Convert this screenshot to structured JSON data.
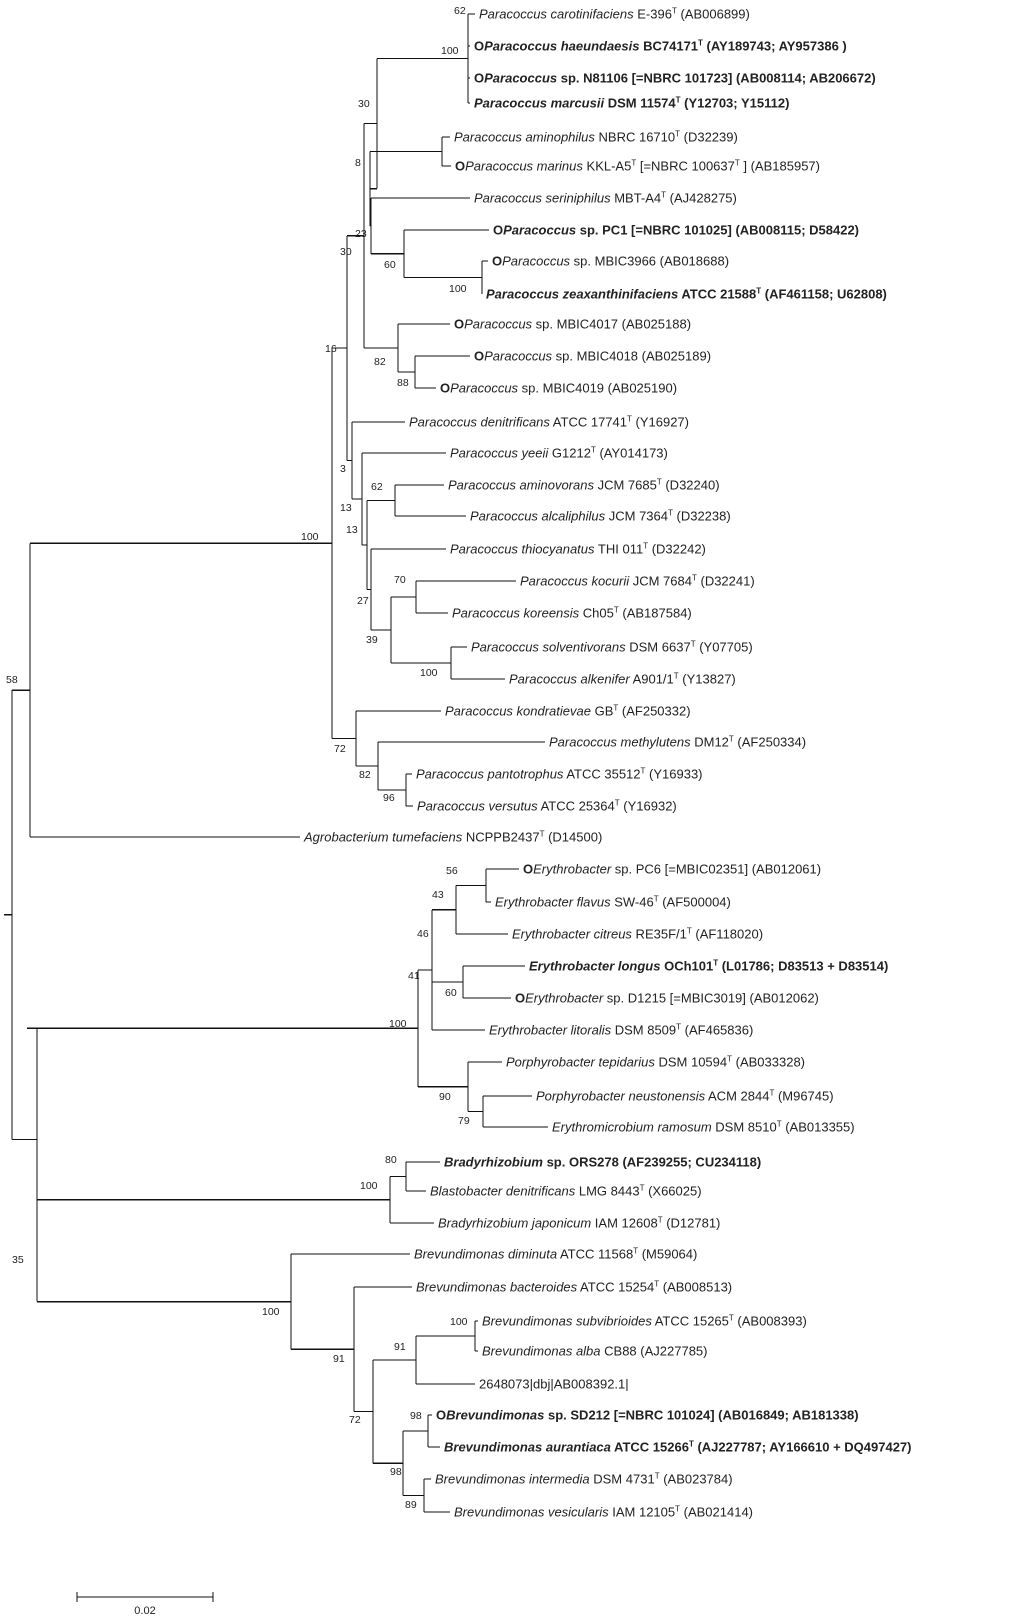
{
  "scale_label": "0.02",
  "taxa": [
    {
      "id": "t1",
      "parts": [
        {
          "t": "Paracoccus carotinifaciens",
          "i": true
        },
        {
          "t": " E-396"
        },
        {
          "t": "T",
          "sup": true
        },
        {
          "t": " (AB006899)"
        }
      ]
    },
    {
      "id": "t2",
      "bold": true,
      "marker": true,
      "parts": [
        {
          "t": "Paracoccus haeundaesis",
          "i": true
        },
        {
          "t": " BC74171"
        },
        {
          "t": "T",
          "sup": true
        },
        {
          "t": " (AY189743;  AY957386 )"
        }
      ]
    },
    {
      "id": "t3",
      "bold": true,
      "marker": true,
      "parts": [
        {
          "t": "Paracoccus",
          "i": true
        },
        {
          "t": " sp. N81106 [=NBRC 101723] (AB008114;  AB206672)"
        }
      ]
    },
    {
      "id": "t4",
      "bold": true,
      "parts": [
        {
          "t": "Paracoccus marcusii",
          "i": true
        },
        {
          "t": " DSM 11574"
        },
        {
          "t": "T",
          "sup": true
        },
        {
          "t": " (Y12703;  Y15112)"
        }
      ]
    },
    {
      "id": "t5",
      "parts": [
        {
          "t": "Paracoccus aminophilus",
          "i": true
        },
        {
          "t": " NBRC 16710"
        },
        {
          "t": "T",
          "sup": true
        },
        {
          "t": " (D32239)"
        }
      ]
    },
    {
      "id": "t6",
      "marker": true,
      "parts": [
        {
          "t": "Paracoccus marinus",
          "i": true
        },
        {
          "t": " KKL-A5"
        },
        {
          "t": "T",
          "sup": true
        },
        {
          "t": " [=NBRC 100637"
        },
        {
          "t": "T",
          "sup": true
        },
        {
          "t": " ] (AB185957)"
        }
      ]
    },
    {
      "id": "t7",
      "parts": [
        {
          "t": "Paracoccus seriniphilus",
          "i": true
        },
        {
          "t": " MBT-A4"
        },
        {
          "t": "T",
          "sup": true
        },
        {
          "t": " (AJ428275)"
        }
      ]
    },
    {
      "id": "t8",
      "bold": true,
      "marker": true,
      "parts": [
        {
          "t": "Paracoccus",
          "i": true
        },
        {
          "t": " sp. PC1 [=NBRC 101025] (AB008115;  D58422)"
        }
      ]
    },
    {
      "id": "t9",
      "marker": true,
      "parts": [
        {
          "t": "Paracoccus",
          "i": true
        },
        {
          "t": " sp. MBIC3966 (AB018688)"
        }
      ]
    },
    {
      "id": "t10",
      "bold": true,
      "parts": [
        {
          "t": "Paracoccus zeaxanthinifaciens",
          "i": true
        },
        {
          "t": " ATCC 21588"
        },
        {
          "t": "T",
          "sup": true
        },
        {
          "t": " (AF461158;  U62808)"
        }
      ]
    },
    {
      "id": "t11",
      "marker": true,
      "parts": [
        {
          "t": "Paracoccus",
          "i": true
        },
        {
          "t": " sp. MBIC4017 (AB025188)"
        }
      ]
    },
    {
      "id": "t12",
      "marker": true,
      "parts": [
        {
          "t": "Paracoccus",
          "i": true
        },
        {
          "t": " sp. MBIC4018 (AB025189)"
        }
      ]
    },
    {
      "id": "t13",
      "marker": true,
      "parts": [
        {
          "t": "Paracoccus",
          "i": true
        },
        {
          "t": " sp. MBIC4019 (AB025190)"
        }
      ]
    },
    {
      "id": "t14",
      "parts": [
        {
          "t": "Paracoccus denitrificans",
          "i": true
        },
        {
          "t": " ATCC 17741"
        },
        {
          "t": "T",
          "sup": true
        },
        {
          "t": " (Y16927)"
        }
      ]
    },
    {
      "id": "t15",
      "parts": [
        {
          "t": "Paracoccus yeeii",
          "i": true
        },
        {
          "t": " G1212"
        },
        {
          "t": "T",
          "sup": true
        },
        {
          "t": " (AY014173)"
        }
      ]
    },
    {
      "id": "t16",
      "parts": [
        {
          "t": "Paracoccus aminovorans",
          "i": true
        },
        {
          "t": " JCM 7685"
        },
        {
          "t": "T",
          "sup": true
        },
        {
          "t": " (D32240)"
        }
      ]
    },
    {
      "id": "t17",
      "parts": [
        {
          "t": "Paracoccus alcaliphilus",
          "i": true
        },
        {
          "t": " JCM 7364"
        },
        {
          "t": "T",
          "sup": true
        },
        {
          "t": " (D32238)"
        }
      ]
    },
    {
      "id": "t18",
      "parts": [
        {
          "t": "Paracoccus thiocyanatus",
          "i": true
        },
        {
          "t": " THI 011"
        },
        {
          "t": "T",
          "sup": true
        },
        {
          "t": " (D32242)"
        }
      ]
    },
    {
      "id": "t19",
      "parts": [
        {
          "t": "Paracoccus kocurii",
          "i": true
        },
        {
          "t": " JCM 7684"
        },
        {
          "t": "T",
          "sup": true
        },
        {
          "t": " (D32241)"
        }
      ]
    },
    {
      "id": "t20",
      "parts": [
        {
          "t": "Paracoccus koreensis",
          "i": true
        },
        {
          "t": " Ch05"
        },
        {
          "t": "T",
          "sup": true
        },
        {
          "t": " (AB187584)"
        }
      ]
    },
    {
      "id": "t21",
      "parts": [
        {
          "t": "Paracoccus solventivorans",
          "i": true
        },
        {
          "t": " DSM 6637"
        },
        {
          "t": "T",
          "sup": true
        },
        {
          "t": " (Y07705)"
        }
      ]
    },
    {
      "id": "t22",
      "parts": [
        {
          "t": "Paracoccus alkenifer",
          "i": true
        },
        {
          "t": " A901/1"
        },
        {
          "t": "T",
          "sup": true
        },
        {
          "t": " (Y13827)"
        }
      ]
    },
    {
      "id": "t23",
      "parts": [
        {
          "t": "Paracoccus kondratievae",
          "i": true
        },
        {
          "t": " GB"
        },
        {
          "t": "T",
          "sup": true
        },
        {
          "t": " (AF250332)"
        }
      ]
    },
    {
      "id": "t24",
      "parts": [
        {
          "t": "Paracoccus methylutens",
          "i": true
        },
        {
          "t": " DM12"
        },
        {
          "t": "T",
          "sup": true
        },
        {
          "t": " (AF250334)"
        }
      ]
    },
    {
      "id": "t25",
      "parts": [
        {
          "t": "Paracoccus pantotrophus",
          "i": true
        },
        {
          "t": " ATCC 35512"
        },
        {
          "t": "T",
          "sup": true
        },
        {
          "t": " (Y16933)"
        }
      ]
    },
    {
      "id": "t26",
      "parts": [
        {
          "t": "Paracoccus versutus",
          "i": true
        },
        {
          "t": " ATCC 25364"
        },
        {
          "t": "T",
          "sup": true
        },
        {
          "t": " (Y16932)"
        }
      ]
    },
    {
      "id": "t27",
      "parts": [
        {
          "t": "Agrobacterium tumefaciens",
          "i": true
        },
        {
          "t": " NCPPB2437"
        },
        {
          "t": "T",
          "sup": true
        },
        {
          "t": " (D14500)"
        }
      ]
    },
    {
      "id": "t28",
      "marker": true,
      "parts": [
        {
          "t": "Erythrobacter",
          "i": true
        },
        {
          "t": " sp. PC6 [=MBIC02351] (AB012061)"
        }
      ]
    },
    {
      "id": "t29",
      "parts": [
        {
          "t": "Erythrobacter flavus",
          "i": true
        },
        {
          "t": " SW-46"
        },
        {
          "t": "T",
          "sup": true
        },
        {
          "t": " (AF500004)"
        }
      ]
    },
    {
      "id": "t30",
      "parts": [
        {
          "t": "Erythrobacter citreus",
          "i": true
        },
        {
          "t": " RE35F/1"
        },
        {
          "t": "T",
          "sup": true
        },
        {
          "t": " (AF118020)"
        }
      ]
    },
    {
      "id": "t31",
      "bold": true,
      "parts": [
        {
          "t": "Erythrobacter longus",
          "i": true
        },
        {
          "t": " OCh101"
        },
        {
          "t": "T",
          "sup": true
        },
        {
          "t": " (L01786;  D83513 + D83514)"
        }
      ]
    },
    {
      "id": "t32",
      "marker": true,
      "parts": [
        {
          "t": "Erythrobacter",
          "i": true
        },
        {
          "t": " sp. D1215 [=MBIC3019] (AB012062)"
        }
      ]
    },
    {
      "id": "t33",
      "parts": [
        {
          "t": "Erythrobacter litoralis",
          "i": true
        },
        {
          "t": " DSM 8509"
        },
        {
          "t": "T",
          "sup": true
        },
        {
          "t": " (AF465836)"
        }
      ]
    },
    {
      "id": "t34",
      "parts": [
        {
          "t": "Porphyrobacter tepidarius",
          "i": true
        },
        {
          "t": " DSM 10594"
        },
        {
          "t": "T",
          "sup": true
        },
        {
          "t": " (AB033328)"
        }
      ]
    },
    {
      "id": "t35",
      "parts": [
        {
          "t": "Porphyrobacter neustonensis",
          "i": true
        },
        {
          "t": " ACM 2844"
        },
        {
          "t": "T",
          "sup": true
        },
        {
          "t": " (M96745)"
        }
      ]
    },
    {
      "id": "t36",
      "parts": [
        {
          "t": "Erythromicrobium ramosum",
          "i": true
        },
        {
          "t": " DSM 8510"
        },
        {
          "t": "T",
          "sup": true
        },
        {
          "t": " (AB013355)"
        }
      ]
    },
    {
      "id": "t37",
      "bold": true,
      "parts": [
        {
          "t": "Bradyrhizobium",
          "i": true
        },
        {
          "t": " sp. ORS278 (AF239255;  CU234118)"
        }
      ]
    },
    {
      "id": "t38",
      "parts": [
        {
          "t": "Blastobacter denitrificans",
          "i": true
        },
        {
          "t": " LMG 8443"
        },
        {
          "t": "T",
          "sup": true
        },
        {
          "t": " (X66025)"
        }
      ]
    },
    {
      "id": "t39",
      "parts": [
        {
          "t": "Bradyrhizobium japonicum",
          "i": true
        },
        {
          "t": " IAM 12608"
        },
        {
          "t": "T",
          "sup": true
        },
        {
          "t": " (D12781)"
        }
      ]
    },
    {
      "id": "t40",
      "parts": [
        {
          "t": "Brevundimonas diminuta",
          "i": true
        },
        {
          "t": " ATCC 11568"
        },
        {
          "t": "T",
          "sup": true
        },
        {
          "t": " (M59064)"
        }
      ]
    },
    {
      "id": "t41",
      "parts": [
        {
          "t": "Brevundimonas bacteroides",
          "i": true
        },
        {
          "t": " ATCC 15254"
        },
        {
          "t": "T",
          "sup": true
        },
        {
          "t": " (AB008513)"
        }
      ]
    },
    {
      "id": "t42",
      "parts": [
        {
          "t": "Brevundimonas subvibrioides",
          "i": true
        },
        {
          "t": " ATCC 15265"
        },
        {
          "t": "T",
          "sup": true
        },
        {
          "t": " (AB008393)"
        }
      ]
    },
    {
      "id": "t43",
      "parts": [
        {
          "t": "Brevundimonas alba",
          "i": true
        },
        {
          "t": " CB88 (AJ227785)"
        }
      ]
    },
    {
      "id": "t44",
      "parts": [
        {
          "t": "2648073|dbj|AB008392.1|"
        }
      ]
    },
    {
      "id": "t45",
      "bold": true,
      "marker": true,
      "parts": [
        {
          "t": "Brevundimonas",
          "i": true
        },
        {
          "t": " sp. SD212 [=NBRC 101024] (AB016849;  AB181338)"
        }
      ]
    },
    {
      "id": "t46",
      "bold": true,
      "parts": [
        {
          "t": "Brevundimonas aurantiaca",
          "i": true
        },
        {
          "t": " ATCC 15266"
        },
        {
          "t": "T",
          "sup": true
        },
        {
          "t": " (AJ227787;  AY166610 + DQ497427)"
        }
      ]
    },
    {
      "id": "t47",
      "parts": [
        {
          "t": "Brevundimonas intermedia",
          "i": true
        },
        {
          "t": " DSM 4731"
        },
        {
          "t": "T",
          "sup": true
        },
        {
          "t": " (AB023784)"
        }
      ]
    },
    {
      "id": "t48",
      "parts": [
        {
          "t": "Brevundimonas vesicularis",
          "i": true
        },
        {
          "t": " IAM 12105"
        },
        {
          "t": "T",
          "sup": true
        },
        {
          "t": " (AB021414)"
        }
      ]
    }
  ],
  "bootstrap": [
    {
      "id": "b_car",
      "v": "62"
    },
    {
      "id": "b_100a",
      "v": "100"
    },
    {
      "id": "b_30a",
      "v": "30"
    },
    {
      "id": "b_8",
      "v": "8"
    },
    {
      "id": "b_23",
      "v": "23"
    },
    {
      "id": "b_30b",
      "v": "30"
    },
    {
      "id": "b_60a",
      "v": "60"
    },
    {
      "id": "b_100b",
      "v": "100"
    },
    {
      "id": "b_16",
      "v": "16"
    },
    {
      "id": "b_82a",
      "v": "82"
    },
    {
      "id": "b_88",
      "v": "88"
    },
    {
      "id": "b_100c",
      "v": "100"
    },
    {
      "id": "b_3",
      "v": "3"
    },
    {
      "id": "b_62b",
      "v": "62"
    },
    {
      "id": "b_13a",
      "v": "13"
    },
    {
      "id": "b_13b",
      "v": "13"
    },
    {
      "id": "b_70",
      "v": "70"
    },
    {
      "id": "b_27",
      "v": "27"
    },
    {
      "id": "b_39",
      "v": "39"
    },
    {
      "id": "b_100d",
      "v": "100"
    },
    {
      "id": "b_72a",
      "v": "72"
    },
    {
      "id": "b_82b",
      "v": "82"
    },
    {
      "id": "b_96",
      "v": "96"
    },
    {
      "id": "b_58",
      "v": "58"
    },
    {
      "id": "b_56",
      "v": "56"
    },
    {
      "id": "b_43",
      "v": "43"
    },
    {
      "id": "b_46",
      "v": "46"
    },
    {
      "id": "b_41",
      "v": "41"
    },
    {
      "id": "b_60b",
      "v": "60"
    },
    {
      "id": "b_100e",
      "v": "100"
    },
    {
      "id": "b_90",
      "v": "90"
    },
    {
      "id": "b_79",
      "v": "79"
    },
    {
      "id": "b_80",
      "v": "80"
    },
    {
      "id": "b_100f",
      "v": "100"
    },
    {
      "id": "b_35",
      "v": "35"
    },
    {
      "id": "b_100g",
      "v": "100"
    },
    {
      "id": "b_100h",
      "v": "100"
    },
    {
      "id": "b_91a",
      "v": "91"
    },
    {
      "id": "b_91b",
      "v": "91"
    },
    {
      "id": "b_72b",
      "v": "72"
    },
    {
      "id": "b_98a",
      "v": "98"
    },
    {
      "id": "b_98b",
      "v": "98"
    },
    {
      "id": "b_89",
      "v": "89"
    }
  ],
  "marker_glyph": "O"
}
